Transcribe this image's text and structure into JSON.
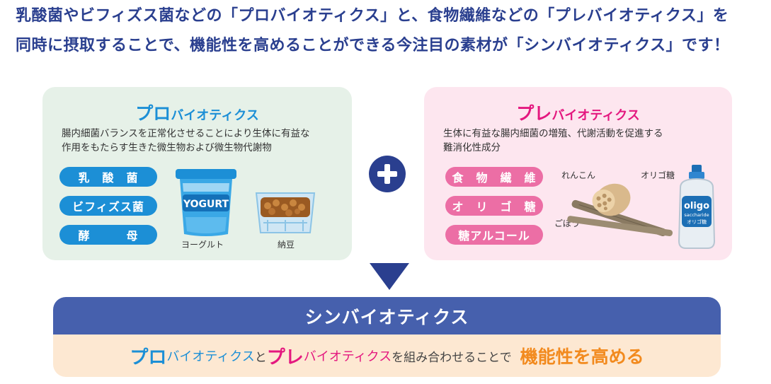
{
  "headline": {
    "line1": "乳酸菌やビフィズス菌などの「プロバイオティクス」と、食物繊維などの「プレバイオティクス」を",
    "line2": "同時に摂取することで、機能性を高めることができる今注目の素材が「シンバイオティクス」です！"
  },
  "probiotics": {
    "title_big": "プロ",
    "title_small": "バイオティクス",
    "desc_line1": "腸内細菌バランスを正常化させることにより生体に有益な",
    "desc_line2": "作用をもたらす生きた微生物および微生物代謝物",
    "pills": [
      "乳　酸　菌",
      "ビフィズス菌",
      "酵　　　母"
    ],
    "yogurt_label": "YOGURT",
    "yogurt_caption": "ヨーグルト",
    "natto_caption": "納豆"
  },
  "prebiotics": {
    "title_big": "プレ",
    "title_small": "バイオティクス",
    "desc_line1": "生体に有益な腸内細菌の増殖、代謝活動を促進する",
    "desc_line2": "難消化性成分",
    "pills": [
      "食　物　繊　維",
      "オ　リ　ゴ　糖",
      "糖アルコール"
    ],
    "renkon_caption": "れんこん",
    "gobou_caption": "ごぼう",
    "oligo_caption": "オリゴ糖",
    "bottle_line1": "oligo",
    "bottle_line2": "saccharide",
    "bottle_line3": "オリゴ糖"
  },
  "synbiotics": {
    "title": "シンバイオティクス",
    "pro_big": "プロ",
    "pro_small": "バイオティクス",
    "to": "と",
    "pre_big": "プレ",
    "pre_small": "バイオティクス",
    "combine": "を組み合わせることで",
    "result": "機能性を高める"
  },
  "colors": {
    "navy": "#2a3f8f",
    "blue": "#1c8fd6",
    "pink": "#e4187f",
    "orange": "#f28a1e"
  }
}
